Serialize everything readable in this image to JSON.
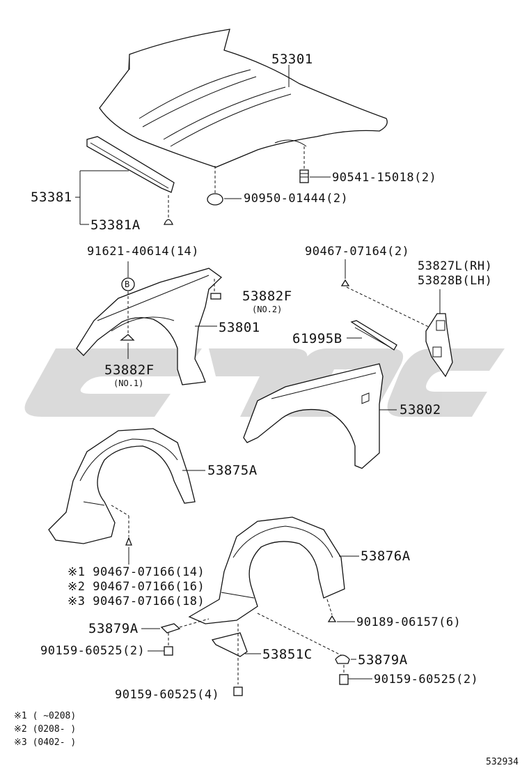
{
  "labels": {
    "hood": "53301",
    "hood_bumper": "90541-15018(2)",
    "hood_cushion": "90950-01444(2)",
    "seal_group": "53381",
    "seal_clip": "53381A",
    "fender_bolt": "91621-40614(14)",
    "marker_b": "B",
    "fender_protector_rh": "53882F",
    "fender_protector_rh_no": "(NO.2)",
    "fender_rh": "53801",
    "fender_protector_lh": "53882F",
    "fender_protector_lh_no": "(NO.1)",
    "screw_top": "90467-07164(2)",
    "bracket_rh": "53827L(RH)",
    "bracket_lh": "53828B(LH)",
    "seal_strip": "61995B",
    "fender_lh": "53802",
    "liner_rh": "53875A",
    "liner_lh": "53876A",
    "clip_1": "※1 90467-07166(14)",
    "clip_2": "※2 90467-07166(16)",
    "clip_3": "※3 90467-07166(18)",
    "shield_left": "53879A",
    "bolt_left": "90159-60525(2)",
    "screw_right": "90189-06157(6)",
    "cover": "53851C",
    "shield_right": "53879A",
    "bolt_right": "90159-60525(2)",
    "bolt_bottom": "90159-60525(4)",
    "diagram_id": "532934"
  },
  "notes": [
    {
      "mark": "※1",
      "range": "(      ~0208)"
    },
    {
      "mark": "※2",
      "range": "(0208-      )"
    },
    {
      "mark": "※3",
      "range": "(0402-      )"
    }
  ],
  "watermark": {
    "color": "#d3d3d3"
  }
}
